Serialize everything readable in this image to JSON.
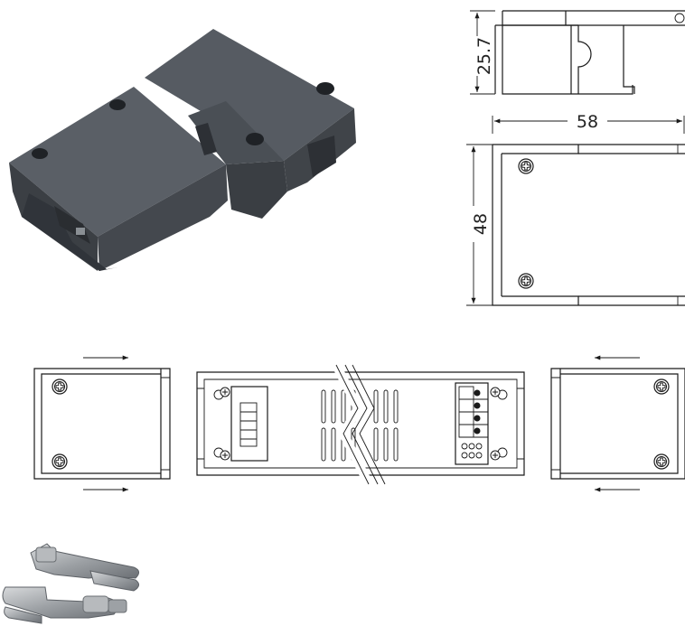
{
  "dimensions": {
    "height": "25.7",
    "width": "58",
    "depth": "48"
  },
  "colors": {
    "product_dark": "#3b3f44",
    "product_mid": "#4d5258",
    "product_light": "#626870",
    "metal": "#a9adb1",
    "line": "#1a1a1a"
  },
  "icons": {
    "screw": "cross-head-screw-icon",
    "arrow": "arrow-icon",
    "break": "break-line-icon"
  }
}
